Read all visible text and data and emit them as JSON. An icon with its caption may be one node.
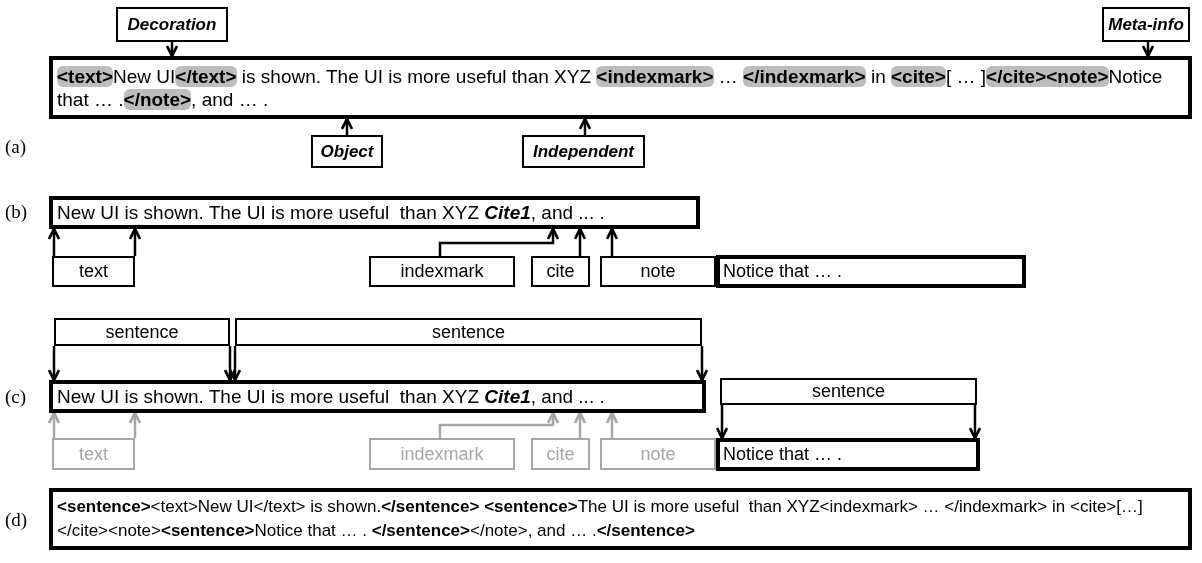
{
  "diagram": {
    "nodes": [
      {
        "text": [
          "Decoration"
        ]
      },
      {
        "text": [
          "Meta-info"
        ]
      },
      {
        "text": [
          "**<text>**New UI**</text>** is shown. The UI is more useful than XYZ **<indexmark>** … **</indexmark>** in **<cite>**[ … ]**</cite><note>**Notice that … .**</note>**, and … ."
        ]
      },
      {
        "text": [
          "Object"
        ]
      },
      {
        "text": [
          "Independent"
        ]
      },
      {
        "text": [
          "New UI is shown. The UI is more useful  than XYZ **Cite1**, and ... ."
        ]
      },
      {
        "text": [
          "text"
        ]
      },
      {
        "text": [
          "indexmark"
        ]
      },
      {
        "text": [
          "cite"
        ]
      },
      {
        "text": [
          "note"
        ]
      },
      {
        "text": [
          "Notice that … ."
        ]
      },
      {
        "text": [
          "sentence"
        ]
      },
      {
        "text": [
          "sentence"
        ]
      },
      {
        "text": [
          "New UI is shown. The UI is more useful  than XYZ **Cite1**, and ... ."
        ]
      },
      {
        "text": [
          "sentence"
        ]
      },
      {
        "text": [
          "text"
        ]
      },
      {
        "text": [
          "indexmark"
        ]
      },
      {
        "text": [
          "cite"
        ]
      },
      {
        "text": [
          "note"
        ]
      },
      {
        "text": [
          "Notice that … ."
        ]
      },
      {
        "text": [
          "**<sentence>**<text>New UI</text> is shown.**</sentence> <sentence>**The UI is more useful  than XYZ<indexmark> … </indexmark> in <cite>[…]</cite><note>**<sentence>**Notice that … . **</sentence>**</note>, and … .**</sentence>**"
        ]
      }
    ],
    "edges": [
      {
        "from": 0,
        "to": 2,
        "arrow": "to"
      },
      {
        "from": 1,
        "to": 2,
        "arrow": "to"
      },
      {
        "from": 3,
        "to": 2,
        "arrow": "to"
      },
      {
        "from": 4,
        "to": 2,
        "arrow": "to"
      },
      {
        "from": 6,
        "to": 5,
        "arrow": "to"
      },
      {
        "from": 6,
        "to": 5,
        "arrow": "to"
      },
      {
        "from": 7,
        "to": 5,
        "arrow": "to"
      },
      {
        "from": 8,
        "to": 5,
        "arrow": "to"
      },
      {
        "from": 9,
        "to": 5,
        "arrow": "to"
      },
      {
        "from": 11,
        "to": 13,
        "arrow": "to"
      },
      {
        "from": 11,
        "to": 13,
        "arrow": "to"
      },
      {
        "from": 12,
        "to": 13,
        "arrow": "to"
      },
      {
        "from": 12,
        "to": 13,
        "arrow": "to"
      },
      {
        "from": 14,
        "to": 19,
        "arrow": "to"
      },
      {
        "from": 14,
        "to": 19,
        "arrow": "to"
      },
      {
        "from": 15,
        "to": 13,
        "arrow": "to",
        "color": "#a6a6a6"
      },
      {
        "from": 15,
        "to": 13,
        "arrow": "to",
        "color": "#a6a6a6"
      },
      {
        "from": 16,
        "to": 13,
        "arrow": "to",
        "color": "#a6a6a6"
      },
      {
        "from": 17,
        "to": 13,
        "arrow": "to",
        "color": "#a6a6a6"
      },
      {
        "from": 18,
        "to": 13,
        "arrow": "to",
        "color": "#a6a6a6"
      }
    ],
    "labels": [
      "(a)",
      "(b)",
      "(c)",
      "(d)"
    ]
  }
}
